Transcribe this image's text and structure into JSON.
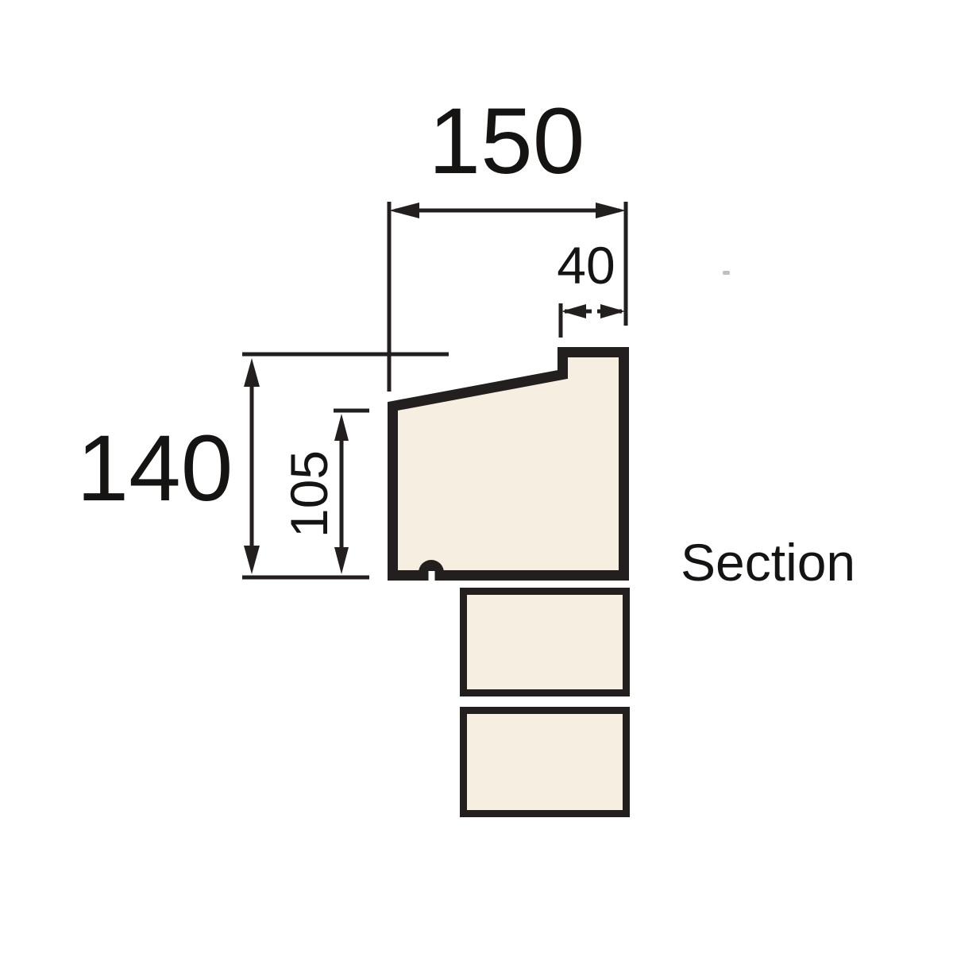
{
  "drawing": {
    "caption": "Section",
    "dimensions": {
      "top_width": "150",
      "overhang": "40",
      "overall_height": "140",
      "face_height": "105"
    },
    "colors": {
      "stone_fill": "#f5eee1",
      "line_black": "#221f1e",
      "background": "#ffffff"
    }
  }
}
